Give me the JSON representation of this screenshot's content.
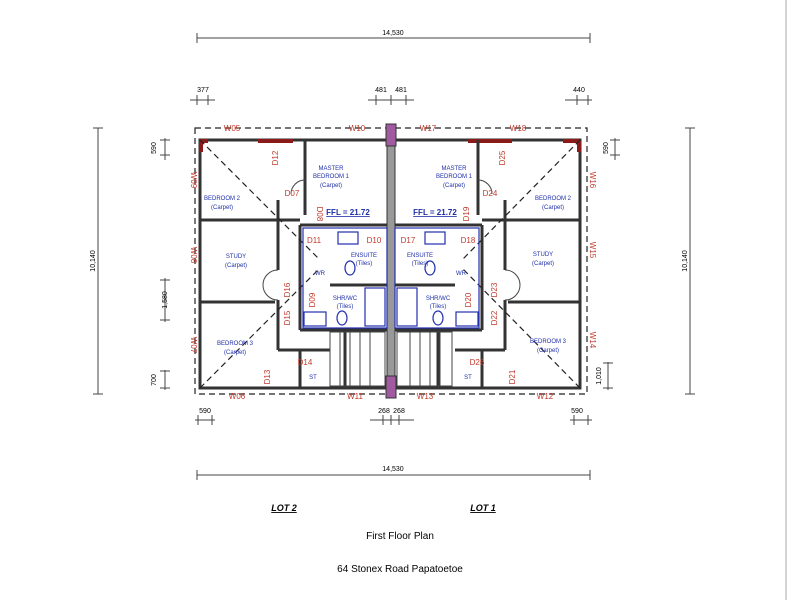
{
  "plan": {
    "overall_width": "14,530",
    "overall_depth": "10,140",
    "top_dims": [
      "377",
      "481",
      "481",
      "440"
    ],
    "side_dims": [
      "590",
      "590",
      "1,580",
      "700",
      "1,010"
    ],
    "bottom_dims": [
      "590",
      "268",
      "268",
      "590"
    ],
    "windows": [
      "W05",
      "W10",
      "W17",
      "W18",
      "W09",
      "W08",
      "W07",
      "W06",
      "W11",
      "W13",
      "W12",
      "W16",
      "W15",
      "W14"
    ],
    "doors_lot2": [
      "D12",
      "D07",
      "D08",
      "D11",
      "D10",
      "D16",
      "D15",
      "D09",
      "D14",
      "D13"
    ],
    "doors_lot1": [
      "D25",
      "D24",
      "D19",
      "D17",
      "D18",
      "D23",
      "D22",
      "D20",
      "D26",
      "D21"
    ],
    "rooms": {
      "master": "MASTER",
      "master2": "BEDROOM 1",
      "bed2": "BEDROOM 2",
      "study": "STUDY",
      "bed3": "BEDROOM 3",
      "carpet": "(Carpet)",
      "ensuite": "ENSUITE",
      "shrwc": "SHR/WC",
      "tiles": "(Tiles)",
      "wr": "WR",
      "st": "ST"
    },
    "ffl": "FFL = 21.72"
  },
  "labels": {
    "lot2": "LOT 2",
    "lot1": "LOT 1",
    "title": "First Floor Plan",
    "address": "64 Stonex Road Papatoetoe"
  },
  "colors": {
    "walls": "#333333",
    "labels": "#c0392b",
    "rooms": "#1f2fa8"
  }
}
